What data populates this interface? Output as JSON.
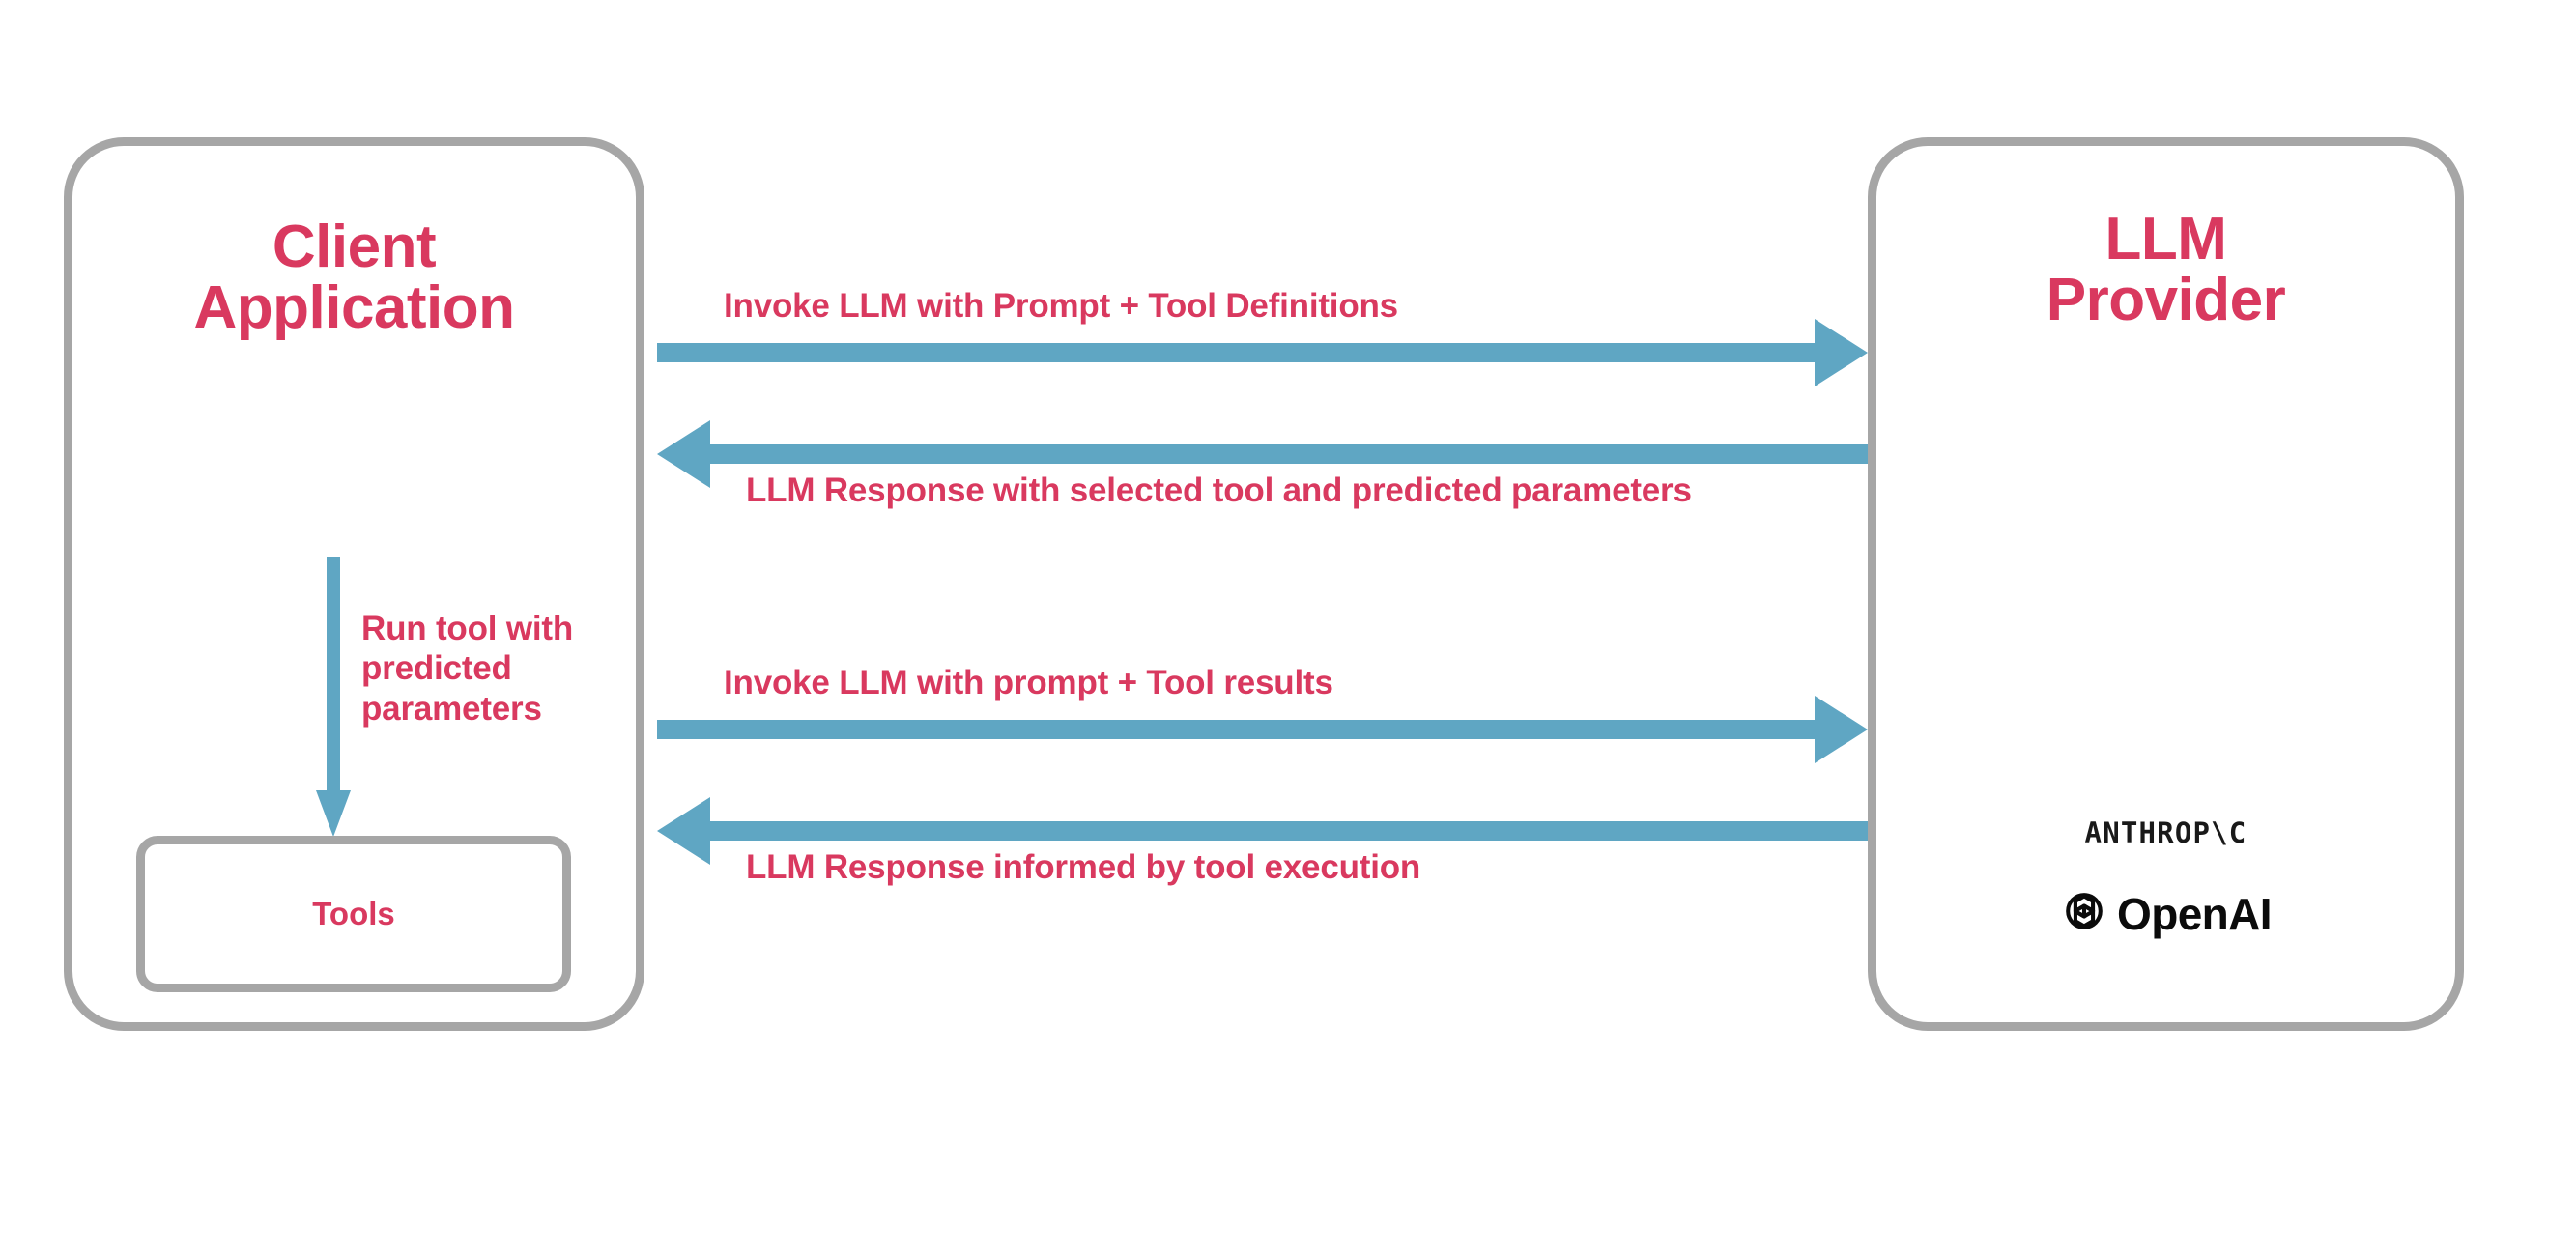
{
  "diagram": {
    "title": "LLM tool-calling sequence between client application and LLM provider",
    "colors": {
      "accent_text": "#d9395f",
      "arrow": "#5fa6c3",
      "box_border": "#a6a6a6",
      "logo_text": "#111111",
      "background": "#ffffff"
    },
    "client": {
      "title_line1": "Client",
      "title_line2": "Application",
      "tools_label": "Tools",
      "internal_arrow": {
        "icon": "down-arrow-icon",
        "label": "Run tool with predicted parameters",
        "label_line1": "Run tool with",
        "label_line2": "predicted",
        "label_line3": "parameters"
      }
    },
    "provider": {
      "title_line1": "LLM",
      "title_line2": "Provider",
      "logos": [
        {
          "name": "anthropic-logo",
          "text": "ANTHROP\\C"
        },
        {
          "name": "openai-logo",
          "text": "OpenAI"
        }
      ]
    },
    "messages": [
      {
        "id": "invoke-1",
        "direction": "right",
        "icon": "right-arrow-icon",
        "label": "Invoke LLM with Prompt + Tool Definitions"
      },
      {
        "id": "response-1",
        "direction": "left",
        "icon": "left-arrow-icon",
        "label": "LLM Response with selected tool and predicted parameters"
      },
      {
        "id": "invoke-2",
        "direction": "right",
        "icon": "right-arrow-icon",
        "label": "Invoke LLM with prompt + Tool results"
      },
      {
        "id": "response-2",
        "direction": "left",
        "icon": "left-arrow-icon",
        "label": "LLM Response informed by tool execution"
      }
    ]
  }
}
